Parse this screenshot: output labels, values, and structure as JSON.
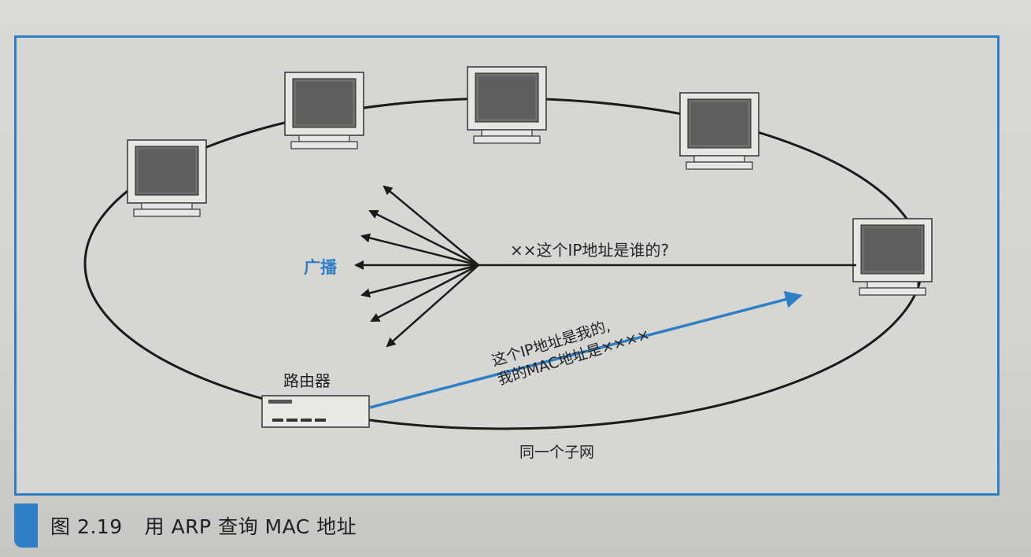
{
  "diagram": {
    "broadcast_label": "广播",
    "query_text": "××这个IP地址是谁的?",
    "router_label": "路由器",
    "reply_line1": "这个IP地址是我的,",
    "reply_line2": "我的MAC地址是××××",
    "subnet_label": "同一个子网"
  },
  "caption": {
    "figure_number": "图 2.19",
    "title": "用 ARP 查询 MAC 地址"
  },
  "colors": {
    "accent": "#2f7fc6",
    "line": "#1a1a1a"
  }
}
